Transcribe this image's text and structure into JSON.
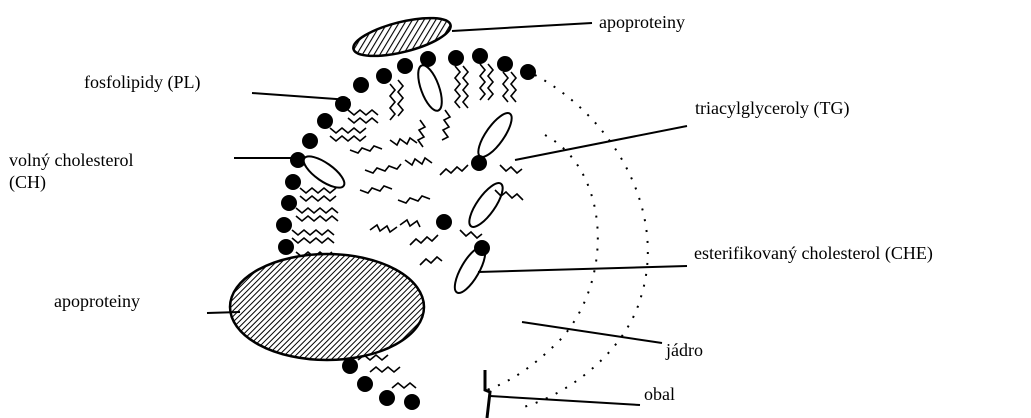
{
  "labels": {
    "apoproteins_top": "apoproteiny",
    "phospholipids": "fosfolipidy (PL)",
    "free_cholesterol_line1": "volný cholesterol",
    "free_cholesterol_line2": "(CH)",
    "triacylglycerols": "triacylglyceroly (TG)",
    "esterified_cholesterol": "esterifikovaný cholesterol (CHE)",
    "apoproteins_left": "apoproteiny",
    "core": "jádro",
    "shell": "obal"
  }
}
